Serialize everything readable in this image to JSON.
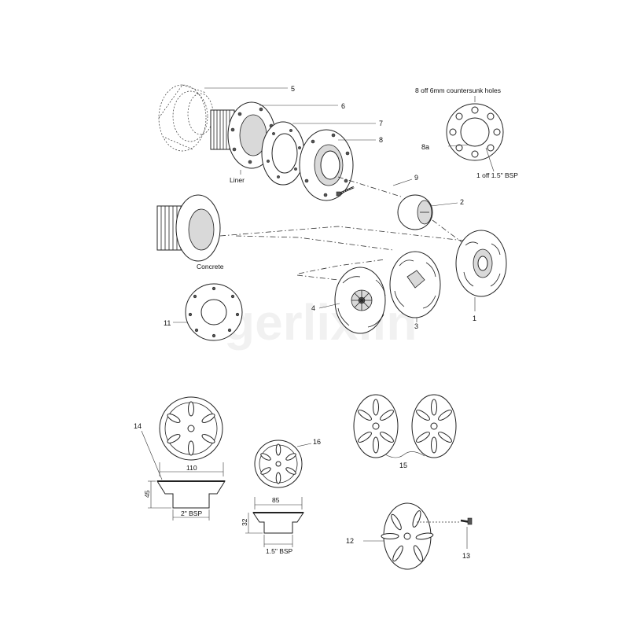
{
  "callouts": {
    "c1": "1",
    "c2": "2",
    "c3": "3",
    "c4": "4",
    "c5": "5",
    "c6": "6",
    "c7": "7",
    "c8": "8",
    "c8a": "8a",
    "c9": "9",
    "c11": "11",
    "c12": "12",
    "c13": "13",
    "c14": "14",
    "c15": "15",
    "c16": "16"
  },
  "captions": {
    "liner": "Liner",
    "concrete": "Concrete",
    "holes_note": "8 off 6mm countersunk holes",
    "bsp_note": "1 off 1.5\" BSP"
  },
  "dimensions": {
    "d110": "110",
    "d45": "45",
    "bsp2": "2\" BSP",
    "d85": "85",
    "d32": "32",
    "bsp15": "1.5\" BSP"
  },
  "watermark": "gerlixiin",
  "icons": [
    "screw-icon",
    "flange-icon",
    "grille-icon",
    "eyeball-icon"
  ]
}
